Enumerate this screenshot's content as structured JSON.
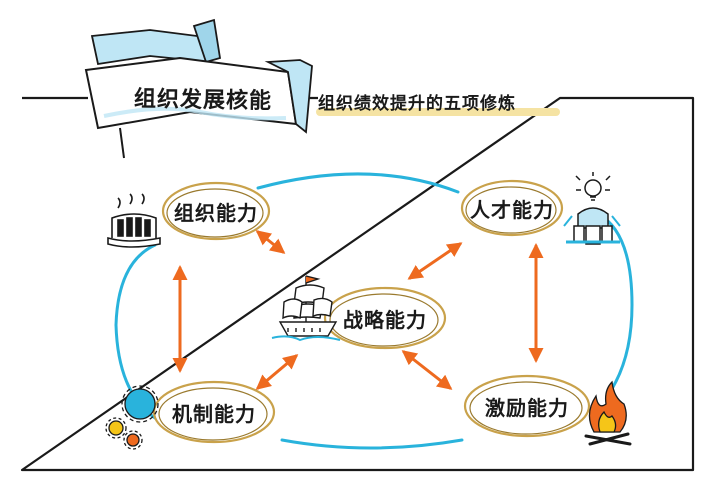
{
  "title": "组织发展核能",
  "subtitle": "组织绩效提升的五项修炼",
  "nodes": {
    "organization": {
      "label": "组织能力",
      "icon": "building-icon"
    },
    "talent": {
      "label": "人才能力",
      "icon": "lightbulb-person-icon"
    },
    "strategy": {
      "label": "战略能力",
      "icon": "sailing-ship-icon"
    },
    "mechanism": {
      "label": "机制能力",
      "icon": "gears-icon"
    },
    "incentive": {
      "label": "激励能力",
      "icon": "campfire-icon"
    }
  },
  "colors": {
    "ring": "#29b3dc",
    "arrow": "#ee6a1f",
    "ellipse_gold": "#c9a24b",
    "banner": "#bfe6f5",
    "highlight": "#f5e3a3"
  }
}
